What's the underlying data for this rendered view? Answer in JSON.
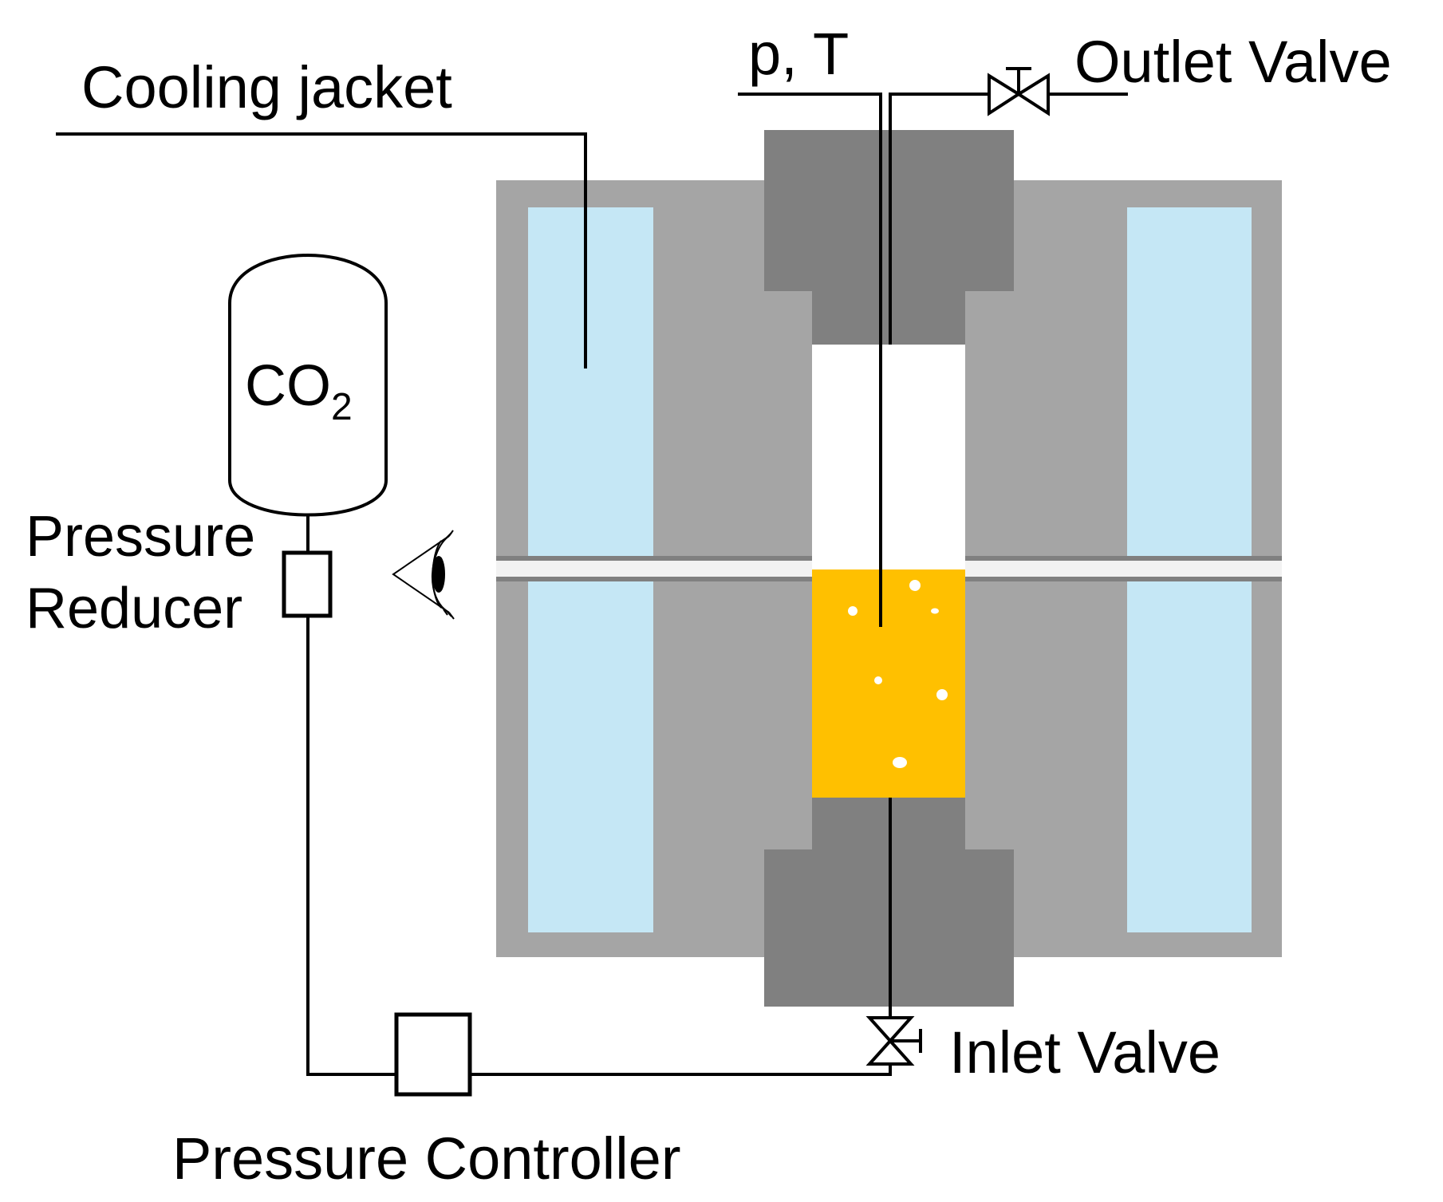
{
  "labels": {
    "cooling_jacket": "Cooling jacket",
    "p_t": "p, T",
    "outlet_valve": "Outlet Valve",
    "co2_main": "CO",
    "co2_sub": "2",
    "pressure_reducer_line1": "Pressure",
    "pressure_reducer_line2": "Reducer",
    "inlet_valve": "Inlet Valve",
    "pressure_controller": "Pressure Controller"
  },
  "colors": {
    "jacket_body": "#a5a5a5",
    "coolant": "#c5e7f5",
    "end_caps": "#808080",
    "liquid": "#ffc000",
    "window_rod": "#f2f2f2",
    "line": "#000000",
    "background": "#ffffff"
  },
  "icons": {
    "observer": "eye-icon",
    "outlet": "valve-icon",
    "inlet": "valve-icon"
  }
}
